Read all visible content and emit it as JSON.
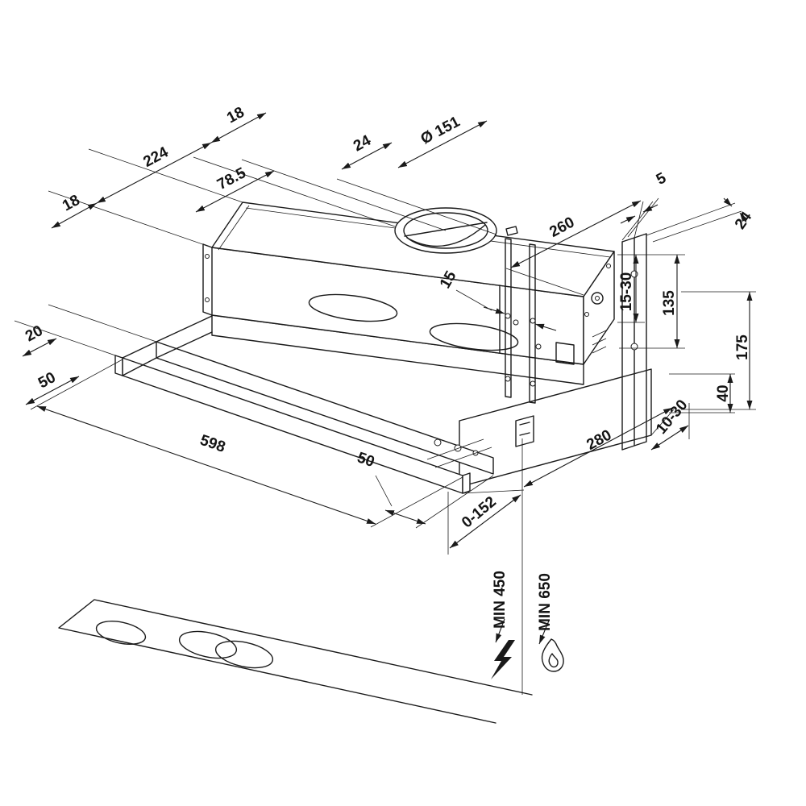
{
  "drawing": {
    "type": "technical-dimension-drawing",
    "subject": "telescopic cooker hood installation dimensions"
  },
  "dimensions": {
    "top_18": "18",
    "top_224": "224",
    "top_78_5": "78.5",
    "top_24": "24",
    "duct_diameter": "Ø 151",
    "left_18": "18",
    "right_5": "5",
    "right_24": "24",
    "depth_260": "260",
    "gap_15": "15",
    "range_15_30": "15-30",
    "height_135": "135",
    "height_175": "175",
    "height_40": "40",
    "left_20": "20",
    "left_50": "50",
    "width_598": "598",
    "bottom_50": "50",
    "depth_280": "280",
    "wall_10_30": "10-30",
    "travel_0_152": "0-152",
    "min_electric": "MIN 450",
    "min_gas": "MIN 650"
  },
  "colors": {
    "line": "#1a1a1a",
    "background": "#ffffff"
  }
}
